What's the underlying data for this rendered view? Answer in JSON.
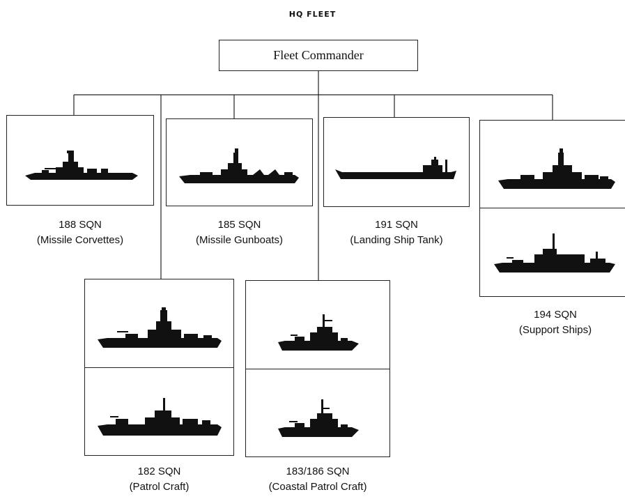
{
  "title": "HQ FLEET",
  "commander": "Fleet Commander",
  "squadrons": [
    {
      "id": "188",
      "name": "188 SQN",
      "role": "(Missile Corvettes)"
    },
    {
      "id": "185",
      "name": "185 SQN",
      "role": "(Missile Gunboats)"
    },
    {
      "id": "191",
      "name": "191 SQN",
      "role": "(Landing Ship Tank)"
    },
    {
      "id": "194",
      "name": "194 SQN",
      "role": "(Support Ships)"
    },
    {
      "id": "182",
      "name": "182 SQN",
      "role": "(Patrol Craft)"
    },
    {
      "id": "183",
      "name": "183/186 SQN",
      "role": "(Coastal Patrol Craft)"
    }
  ]
}
